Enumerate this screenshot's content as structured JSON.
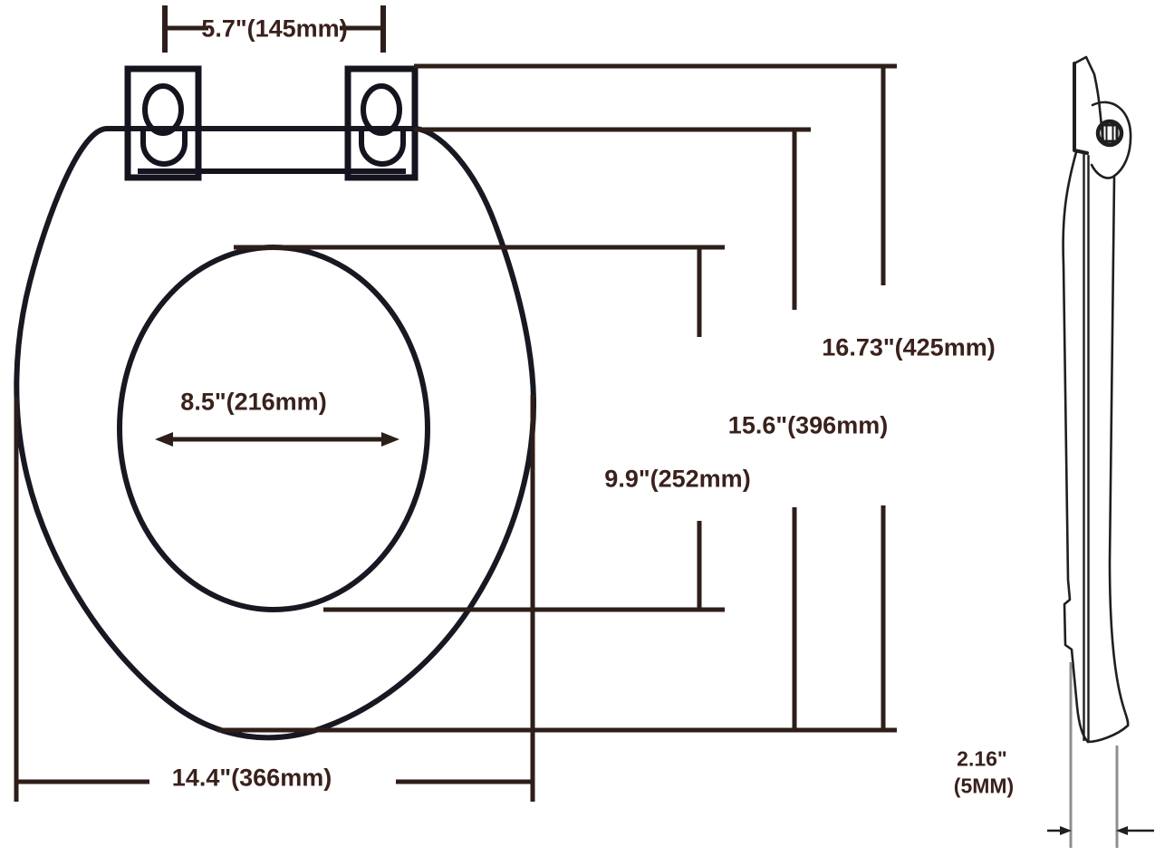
{
  "diagram": {
    "subject": "toilet-seat-dimension-drawing",
    "views": {
      "main": "top-view-elongated-seat-with-hinges",
      "side": "side-profile-view"
    }
  },
  "colors": {
    "background": "#ffffff",
    "seat_outline_ink": "#181822",
    "dimension_ink": "#2d1e19",
    "label_ink": "#3a211c",
    "extension_gray": "#8f8f8f"
  },
  "labels": {
    "hinge_spacing": "5.7\"(145mm)",
    "inner_width": "8.5\"(216mm)",
    "inner_length": "9.9\"(252mm)",
    "seat_length": "15.6\"(396mm)",
    "total_length": "16.73\"(425mm)",
    "seat_width": "14.4\"(366mm)",
    "thickness_inches": "2.16\"",
    "thickness_mm": "(5MM)"
  }
}
